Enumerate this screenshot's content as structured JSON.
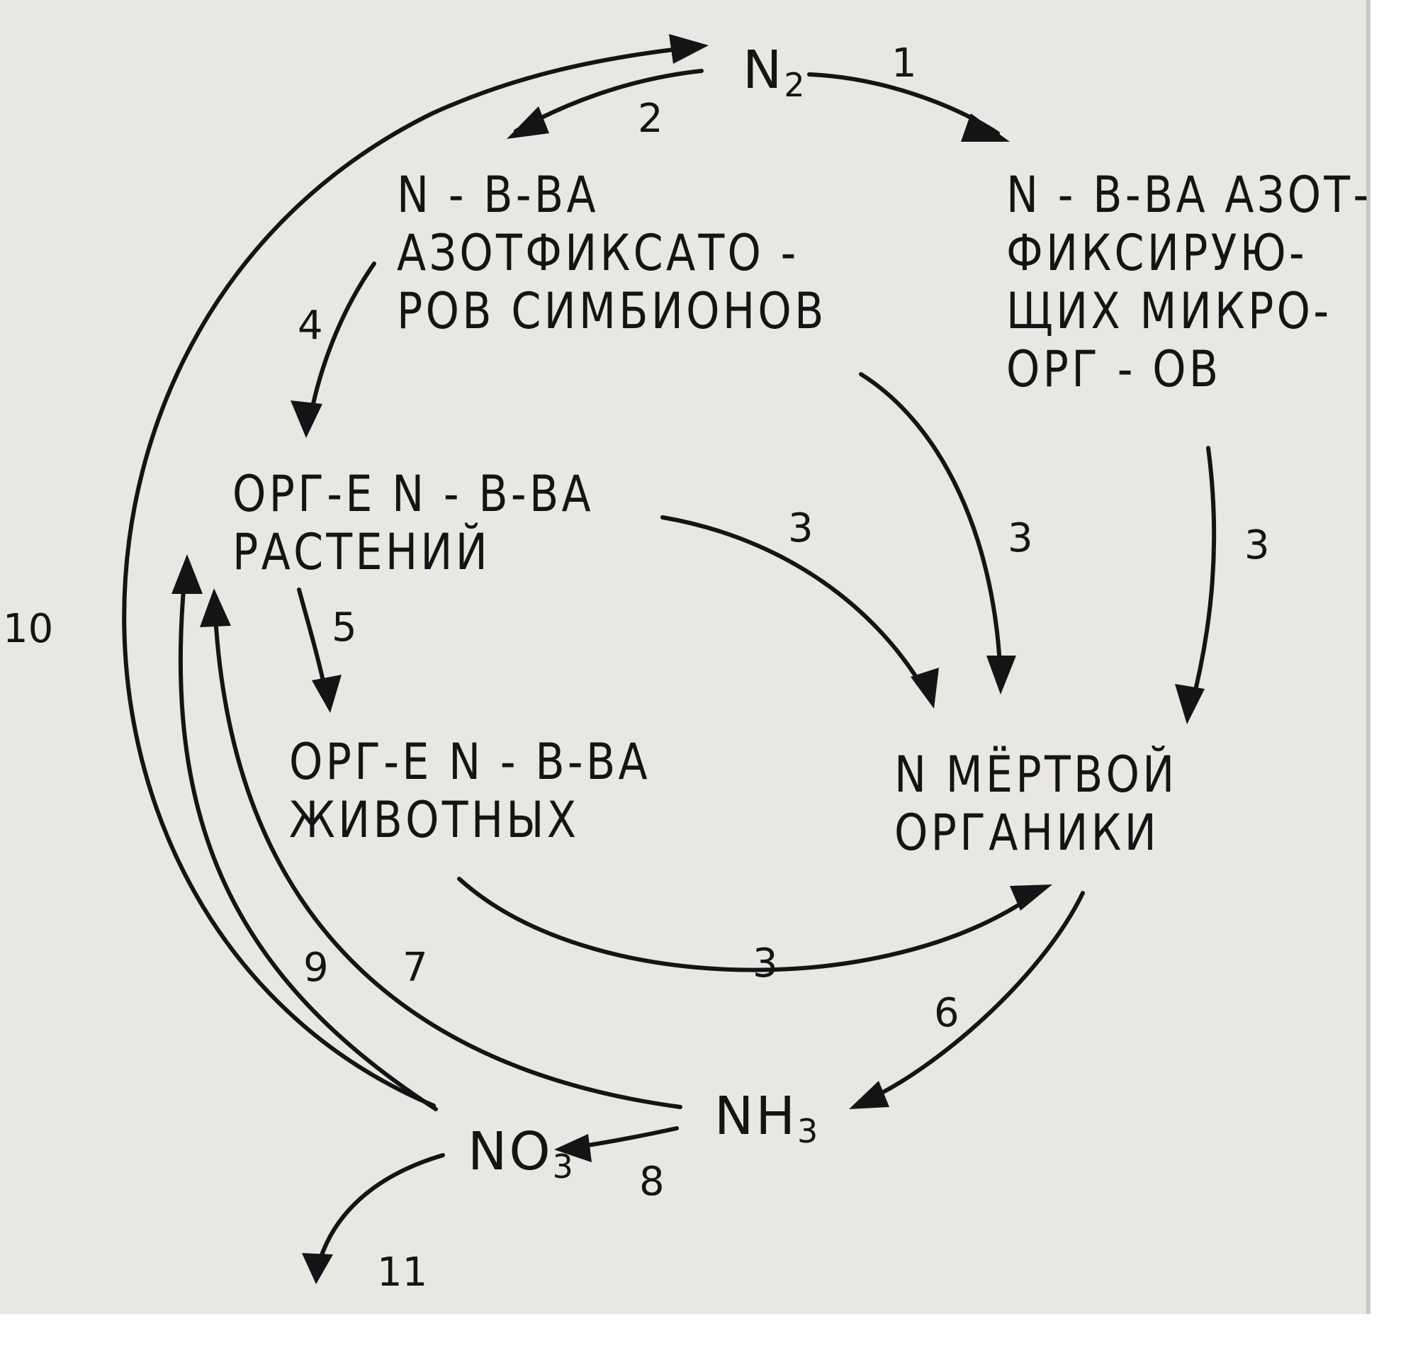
{
  "diagram": {
    "colors": {
      "paper": "#e9e7e2",
      "ink": "#141414"
    },
    "nodes": {
      "n2": {
        "main": "N",
        "sub": "2"
      },
      "symbiont": {
        "lines": [
          "N - В-ВА",
          "АЗОТФИКСАТО -",
          "РОВ  СИМБИОНОВ"
        ]
      },
      "microorg": {
        "lines": [
          "N - В-ВА  АЗОТ-",
          "ФИКСИРУЮ-",
          "ЩИХ  МИКРО-",
          "ОРГ - ОВ"
        ]
      },
      "plants": {
        "lines": [
          "ОРГ-Е  N - В-ВА",
          "РАСТЕНИЙ"
        ]
      },
      "animals": {
        "lines": [
          "ОРГ-Е  N - В-ВА",
          "ЖИВОТНЫХ"
        ]
      },
      "dead": {
        "lines": [
          "N  МЁРТВОЙ",
          "ОРГАНИКИ"
        ]
      },
      "nh3": {
        "main": "NH",
        "sub": "3"
      },
      "no3": {
        "main": "NO",
        "sub": "3"
      }
    },
    "arrow_labels": {
      "a1": "1",
      "a2": "2",
      "a3_plants": "3",
      "a3_symbiont": "3",
      "a3_micro": "3",
      "a3_animals": "3",
      "a4": "4",
      "a5": "5",
      "a6": "6",
      "a7": "7",
      "a8": "8",
      "a9": "9",
      "a10": "10",
      "a11": "11"
    }
  }
}
